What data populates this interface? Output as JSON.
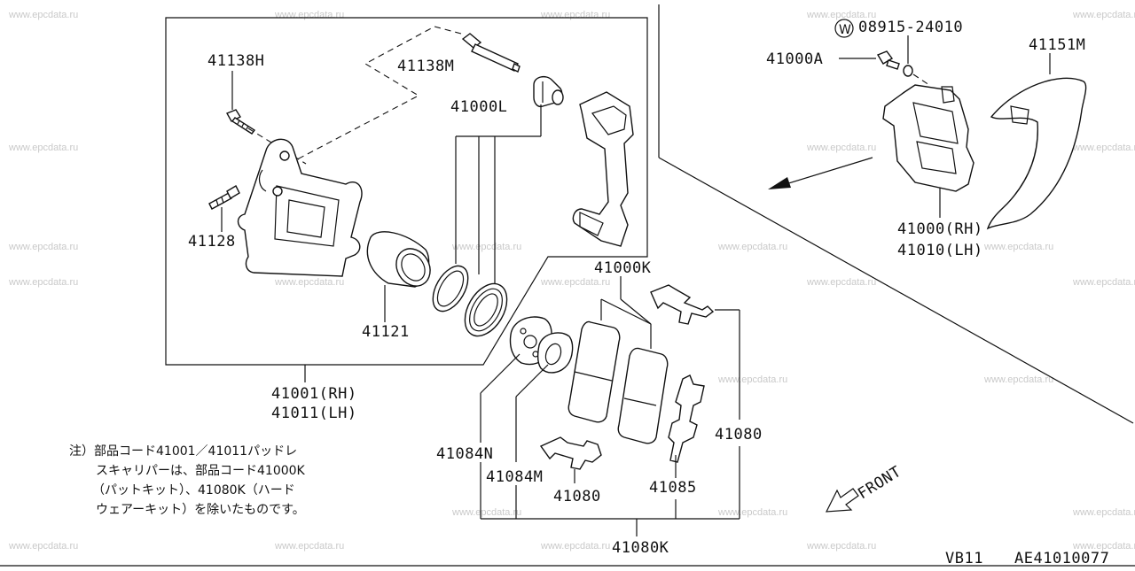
{
  "watermark": "www.epcdata.ru",
  "labels": {
    "p41138H": "41138H",
    "p41138M": "41138M",
    "p41000L": "41000L",
    "p41128": "41128",
    "p41121": "41121",
    "p41001": "41001(RH)",
    "p41011": "41011(LH)",
    "p41000A": "41000A",
    "washer_code": "08915-24010",
    "washer_symbol": "W",
    "p41151M": "41151M",
    "p41000rh": "41000(RH)",
    "p41010lh": "41010(LH)",
    "p41000K": "41000K",
    "p41080_right": "41080",
    "p41084N": "41084N",
    "p41084M": "41084M",
    "p41080_mid": "41080",
    "p41085": "41085",
    "p41080K": "41080K",
    "front": "FRONT"
  },
  "note_lines": [
    "注）部品コード41001／41011パッドレ",
    "スキャリパーは、部品コード41000K",
    "（パットキット）、41080K（ハード",
    "ウェアーキット）を除いたものです。"
  ],
  "footer": {
    "model": "VB11",
    "ref": "AE41010077"
  }
}
